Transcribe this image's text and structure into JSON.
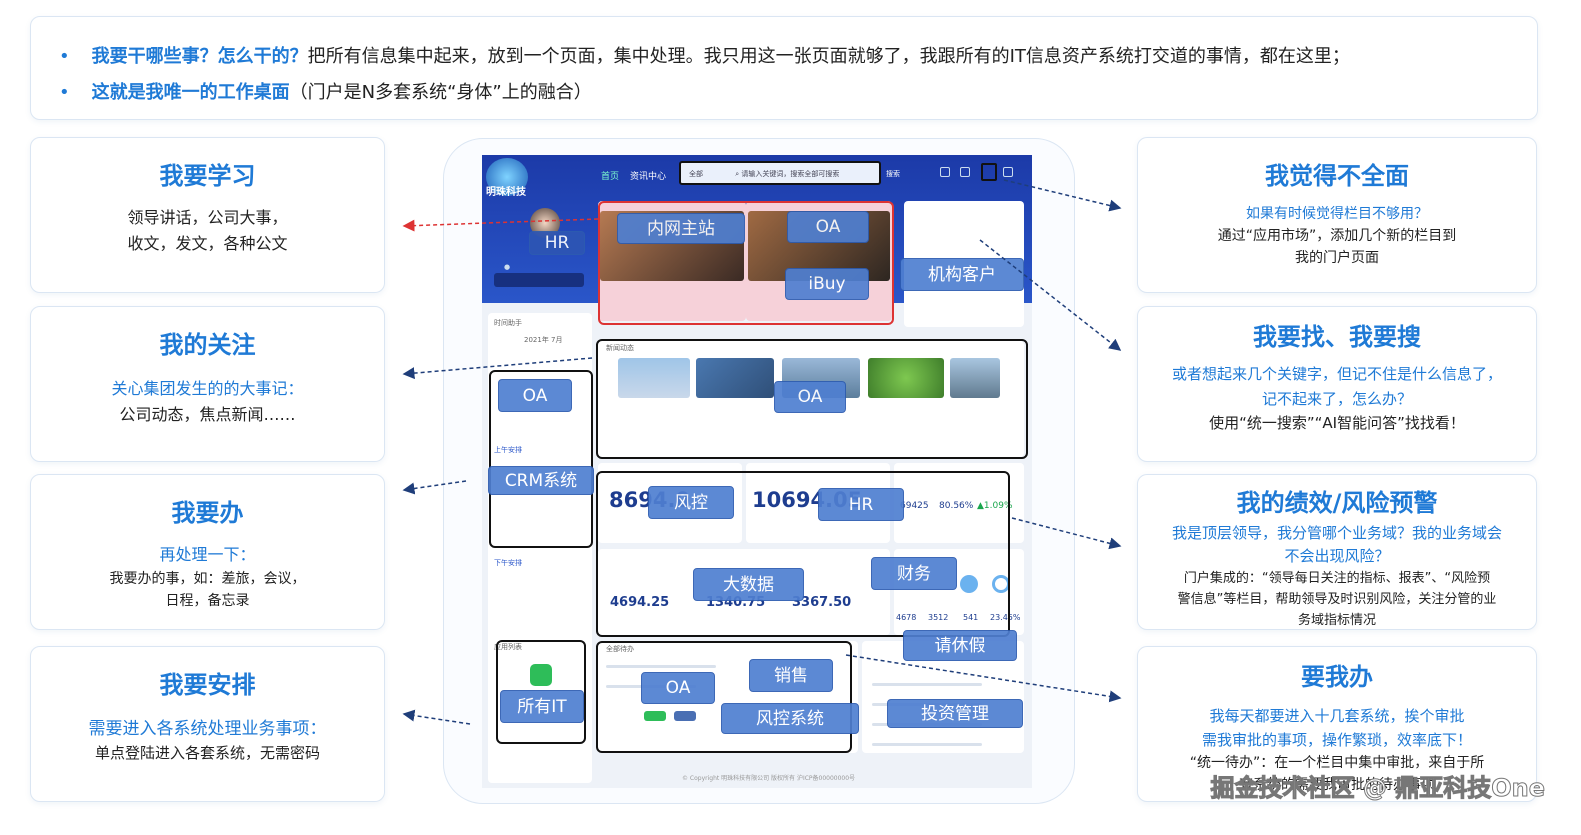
{
  "top": {
    "line1_highlight": "我要干哪些事？怎么干的？",
    "line1_rest": "把所有信息集中起来，放到一个页面，集中处理。我只用这一张页面就够了，我跟所有的IT信息资产系统打交道的事情，都在这里；",
    "line2_highlight": "这就是我唯一的工作桌面",
    "line2_rest": "（门户是N多套系统“身体”上的融合）"
  },
  "left": [
    {
      "title": "我要学习",
      "sub": "",
      "body": [
        "领导讲话，公司大事，",
        "收文，发文，各种公文"
      ]
    },
    {
      "title": "我的关注",
      "sub": "关心集团发生的的大事记：",
      "body": [
        "公司动态，焦点新闻……"
      ]
    },
    {
      "title": "我要办",
      "sub": "再处理一下：",
      "body": [
        "我要办的事，如：差旅，会议，",
        "日程，备忘录"
      ]
    },
    {
      "title": "我要安排",
      "sub": "需要进入各系统处理业务事项：",
      "body": [
        "单点登陆进入各套系统，无需密码"
      ]
    }
  ],
  "right": [
    {
      "title": "我觉得不全面",
      "sub": [
        "如果有时候觉得栏目不够用？"
      ],
      "body": [
        "通过“应用市场”，添加几个新的栏目到",
        "我的门户页面"
      ]
    },
    {
      "title": "我要找、我要搜",
      "sub": [
        "或者想起来几个关键字，但记不住是什么信息了，",
        "记不起来了，怎么办？"
      ],
      "body": [
        "使用“统一搜索”“AI智能问答”找找看！"
      ]
    },
    {
      "title": "我的绩效/风险预警",
      "sub": [
        "我是顶层领导，我分管哪个业务域？我的业务域会",
        "不会出现风险？"
      ],
      "body": [
        "门户集成的：“领导每日关注的指标、报表”、“风险预",
        "警信息”等栏目，帮助领导及时识别风险，关注分管的业",
        "务域指标情况"
      ]
    },
    {
      "title": "要我办",
      "sub": [
        "我每天都要进入十几套系统，挨个审批",
        "需我审批的事项，操作繁琐，效率底下！"
      ],
      "body": [
        "“统一待办”：在一个栏目中集中审批，来自于所",
        "有系统的需要我审批的待办事项"
      ]
    }
  ],
  "portal": {
    "logo_text": "明珠科技",
    "nav": [
      "首页",
      "资讯中心"
    ],
    "search_placeholder": "请输入关键词，搜索全部可搜索",
    "search_scope": "全部",
    "search_button": "搜索",
    "user_label": "HR",
    "calendar_title": "时间助手",
    "calendar_month": "2021年 7月",
    "section_news": "新闻动态",
    "section_morning": "上午安排",
    "section_afternoon": "下午安排",
    "section_apps": "应用列表",
    "section_todo": "全部待办",
    "numbers": {
      "n1": "8694.0",
      "n2": "10694.05",
      "n3": "4694.25",
      "n4": "1340.75",
      "n5": "3367.50",
      "n6": "69425",
      "n7": "80.56%",
      "n8": "▲1.09%",
      "n9": "4678",
      "n10": "3512",
      "n11": "541",
      "n12": "23.45%"
    },
    "footer": "© Copyright 明珠科技有限公司 版权所有 沪ICP备00000000号"
  },
  "labels": {
    "intranet": "内网主站",
    "oa1": "OA",
    "ibuy": "iBuy",
    "org_customer": "机构客户",
    "oa2": "OA",
    "oa3": "OA",
    "crm": "CRM系统",
    "risk1": "风控",
    "hr": "HR",
    "bigdata": "大数据",
    "finance": "财务",
    "leave": "请休假",
    "all_it": "所有IT",
    "oa4": "OA",
    "sales": "销售",
    "risk_system": "风控系统",
    "investment": "投资管理"
  },
  "watermark": "掘金技术社区 @ 鼎亚科技One"
}
